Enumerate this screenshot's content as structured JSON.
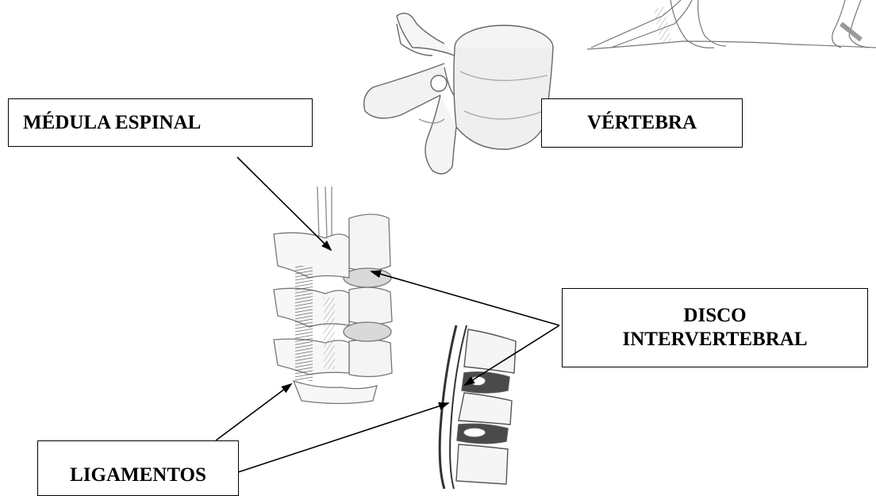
{
  "labels": {
    "medula": "MÉDULA ESPINAL",
    "vertebra": "VÉRTEBRA",
    "disco_line1": "DISCO",
    "disco_line2": "INTERVERTEBRAL",
    "ligamentos": "LIGAMENTOS"
  },
  "colors": {
    "ink": "#000000",
    "sketch": "#7a7a7a",
    "shade": "#cfcfcf",
    "background": "#ffffff"
  }
}
